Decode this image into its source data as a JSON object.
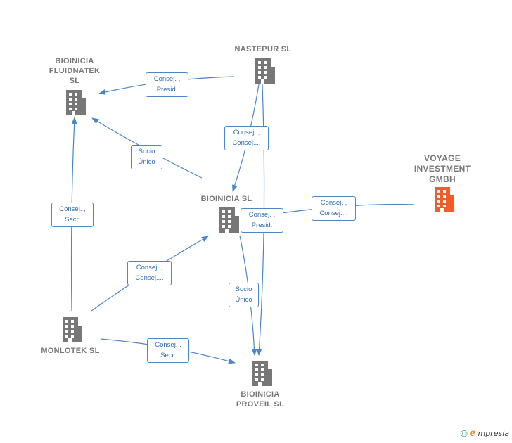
{
  "nodes": {
    "bioinicia_fluidnatek": {
      "label": "BIOINICIA\nFLUIDNATEK\nSL",
      "icon": "building-icon",
      "color": "#777777"
    },
    "nastepur": {
      "label": "NASTEPUR  SL",
      "icon": "building-icon",
      "color": "#777777"
    },
    "voyage": {
      "label": "VOYAGE\nINVESTMENT\nGMBH",
      "icon": "building-icon",
      "color": "#f25c2a"
    },
    "bioinicia": {
      "label": "BIOINICIA  SL",
      "icon": "building-icon",
      "color": "#777777"
    },
    "monlotek": {
      "label": "MONLOTEK  SL",
      "icon": "building-icon",
      "color": "#777777"
    },
    "bioinicia_proveil": {
      "label": "BIOINICIA\nPROVEIL  SL",
      "icon": "building-icon",
      "color": "#777777"
    }
  },
  "edges": {
    "nastepur_fluidnatek": "Consej. ,\nPresid.",
    "bioinicia_fluidnatek": "Socio\nÚnico",
    "nastepur_bioinicia": "Consej. ,\nConsej....",
    "monlotek_fluidnatek": "Consej. ,\nSecr.",
    "voyage_bioinicia": "Consej. ,\nConsej....",
    "nastepur_proveil": "Consej. ,\nPresid.",
    "monlotek_bioinicia": "Consej. ,\nConsej....",
    "bioinicia_proveil": "Socio\nÚnico",
    "monlotek_proveil": "Consej. ,\nSecr."
  },
  "footer": {
    "copyright": "©",
    "brand_initial": "e",
    "brand_rest": "mpresia"
  },
  "colors": {
    "edge": "#4a86c8",
    "node": "#777777",
    "focus": "#f25c2a"
  }
}
